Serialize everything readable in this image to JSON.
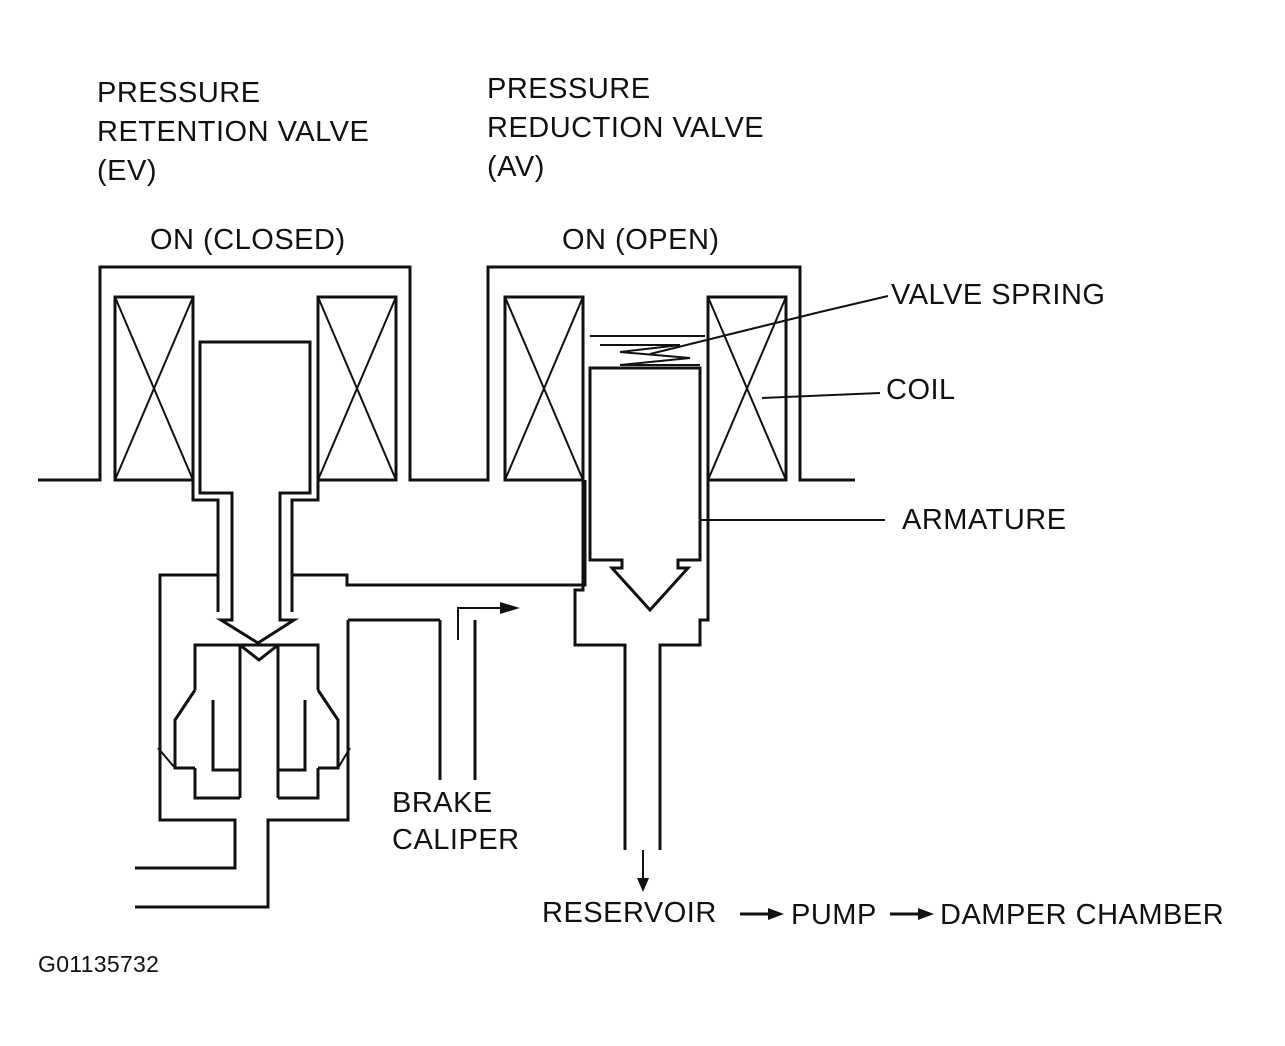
{
  "ev_title": [
    "PRESSURE",
    "RETENTION VALVE",
    "(EV)"
  ],
  "av_title": [
    "PRESSURE",
    "REDUCTION VALVE",
    "(AV)"
  ],
  "ev_state": "ON (CLOSED)",
  "av_state": "ON (OPEN)",
  "callouts": {
    "valve_spring": "VALVE SPRING",
    "coil": "COIL",
    "armature": "ARMATURE"
  },
  "brake_caliper": [
    "BRAKE",
    "CALIPER"
  ],
  "flow": {
    "reservoir": "RESERVOIR",
    "pump": "PUMP",
    "damper_chamber": "DAMPER CHAMBER"
  },
  "figure_id": "G01135732"
}
